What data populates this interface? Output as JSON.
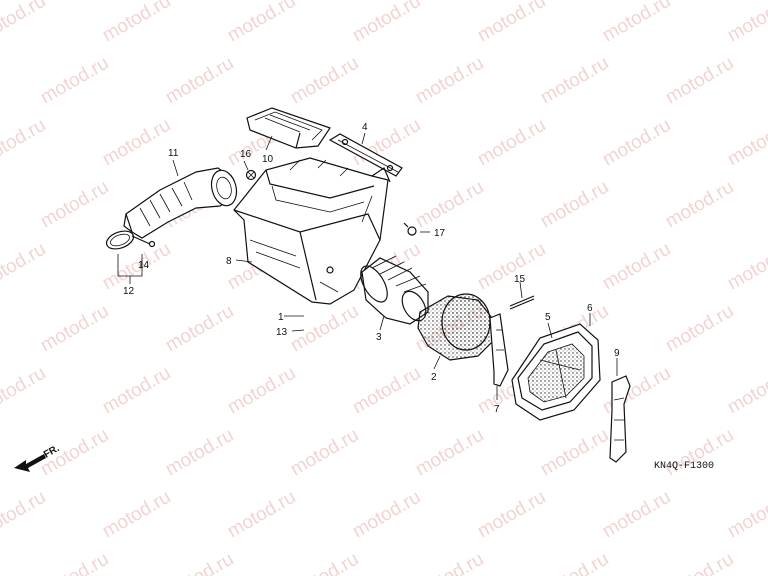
{
  "watermark": "motod.ru",
  "diagram_code": "KN4Q-F1300",
  "front_label": "FR.",
  "callouts": [
    {
      "id": "c1",
      "number": "1"
    },
    {
      "id": "c2",
      "number": "2"
    },
    {
      "id": "c3",
      "number": "3"
    },
    {
      "id": "c4",
      "number": "4"
    },
    {
      "id": "c5",
      "number": "5"
    },
    {
      "id": "c6",
      "number": "6"
    },
    {
      "id": "c7",
      "number": "7"
    },
    {
      "id": "c8",
      "number": "8"
    },
    {
      "id": "c9",
      "number": "9"
    },
    {
      "id": "c10",
      "number": "10"
    },
    {
      "id": "c11",
      "number": "11"
    },
    {
      "id": "c12",
      "number": "12"
    },
    {
      "id": "c13",
      "number": "13"
    },
    {
      "id": "c14",
      "number": "14"
    },
    {
      "id": "c15",
      "number": "15"
    },
    {
      "id": "c16",
      "number": "16"
    },
    {
      "id": "c17",
      "number": "17"
    }
  ]
}
